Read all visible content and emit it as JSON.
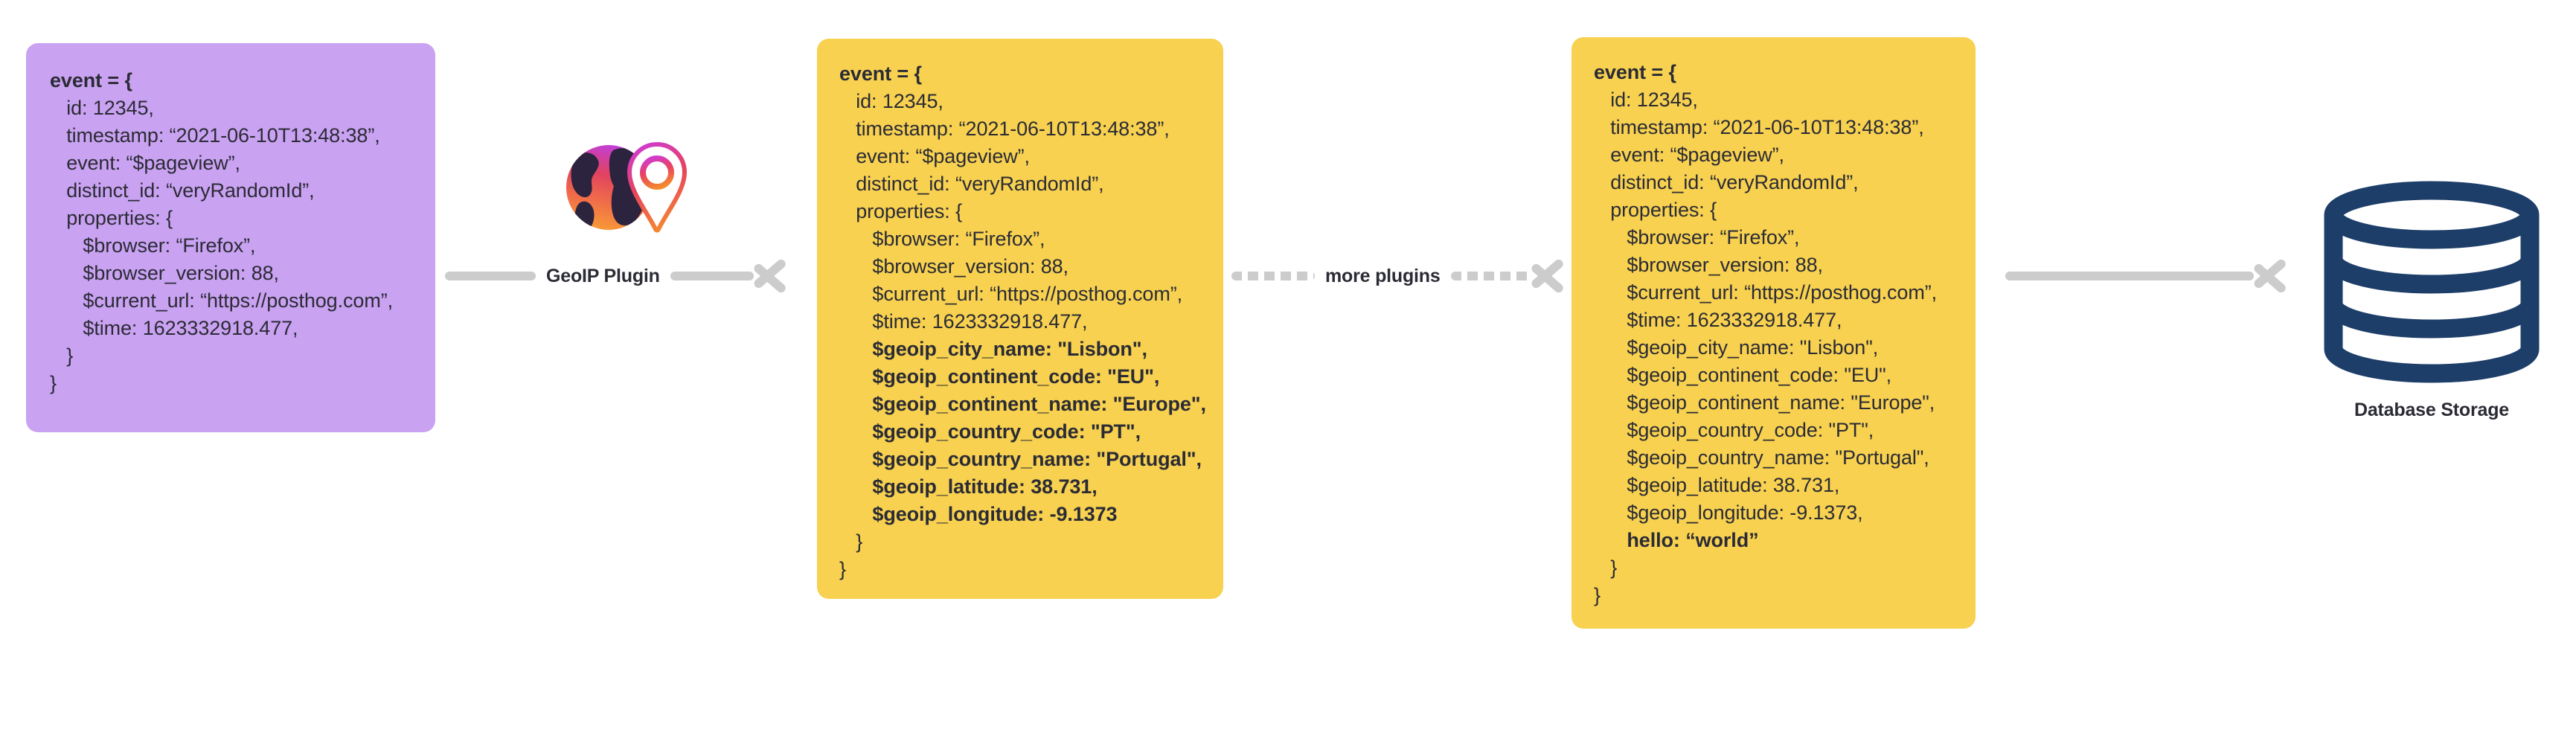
{
  "diagram": {
    "title": "PostHog event pipeline with GeoIP plugin",
    "colors": {
      "source_card": "#c9a2f2",
      "plugin_card": "#f7d14f",
      "connector": "#cccccc",
      "text": "#2b2b35",
      "database": "#1d3e69",
      "icon_gradient_start": "#c03fd8",
      "icon_gradient_mid": "#e8445f",
      "icon_gradient_end": "#f7953a"
    }
  },
  "cards": {
    "source": {
      "name": "raw-event",
      "lines": [
        {
          "text": "event = {",
          "bold": true
        },
        {
          "text": "   id: 12345,",
          "bold": false
        },
        {
          "text": "   timestamp: “2021-06-10T13:48:38”,",
          "bold": false
        },
        {
          "text": "   event: “$pageview”,",
          "bold": false
        },
        {
          "text": "   distinct_id: “veryRandomId”,",
          "bold": false
        },
        {
          "text": "   properties: {",
          "bold": false
        },
        {
          "text": "      $browser: “Firefox”,",
          "bold": false
        },
        {
          "text": "      $browser_version: 88,",
          "bold": false
        },
        {
          "text": "      $current_url: “https://posthog.com”,",
          "bold": false
        },
        {
          "text": "      $time: 1623332918.477,",
          "bold": false
        },
        {
          "text": "   }",
          "bold": false
        },
        {
          "text": "}",
          "bold": false
        }
      ]
    },
    "geoip": {
      "name": "event-after-geoip",
      "lines": [
        {
          "text": "event = {",
          "bold": true
        },
        {
          "text": "   id: 12345,",
          "bold": false
        },
        {
          "text": "   timestamp: “2021-06-10T13:48:38”,",
          "bold": false
        },
        {
          "text": "   event: “$pageview”,",
          "bold": false
        },
        {
          "text": "   distinct_id: “veryRandomId”,",
          "bold": false
        },
        {
          "text": "   properties: {",
          "bold": false
        },
        {
          "text": "      $browser: “Firefox”,",
          "bold": false
        },
        {
          "text": "      $browser_version: 88,",
          "bold": false
        },
        {
          "text": "      $current_url: “https://posthog.com”,",
          "bold": false
        },
        {
          "text": "      $time: 1623332918.477,",
          "bold": false
        },
        {
          "text": "      $geoip_city_name: \"Lisbon\",",
          "bold": true
        },
        {
          "text": "      $geoip_continent_code: \"EU\",",
          "bold": true
        },
        {
          "text": "      $geoip_continent_name: \"Europe\",",
          "bold": true
        },
        {
          "text": "      $geoip_country_code: \"PT\",",
          "bold": true
        },
        {
          "text": "      $geoip_country_name: \"Portugal\",",
          "bold": true
        },
        {
          "text": "      $geoip_latitude: 38.731,",
          "bold": true
        },
        {
          "text": "      $geoip_longitude: -9.1373",
          "bold": true
        },
        {
          "text": "   }",
          "bold": false
        },
        {
          "text": "}",
          "bold": false
        }
      ]
    },
    "more": {
      "name": "event-after-more-plugins",
      "lines": [
        {
          "text": "event = {",
          "bold": true
        },
        {
          "text": "   id: 12345,",
          "bold": false
        },
        {
          "text": "   timestamp: “2021-06-10T13:48:38”,",
          "bold": false
        },
        {
          "text": "   event: “$pageview”,",
          "bold": false
        },
        {
          "text": "   distinct_id: “veryRandomId”,",
          "bold": false
        },
        {
          "text": "   properties: {",
          "bold": false
        },
        {
          "text": "      $browser: “Firefox”,",
          "bold": false
        },
        {
          "text": "      $browser_version: 88,",
          "bold": false
        },
        {
          "text": "      $current_url: “https://posthog.com”,",
          "bold": false
        },
        {
          "text": "      $time: 1623332918.477,",
          "bold": false
        },
        {
          "text": "      $geoip_city_name: \"Lisbon\",",
          "bold": false
        },
        {
          "text": "      $geoip_continent_code: \"EU\",",
          "bold": false
        },
        {
          "text": "      $geoip_continent_name: \"Europe\",",
          "bold": false
        },
        {
          "text": "      $geoip_country_code: \"PT\",",
          "bold": false
        },
        {
          "text": "      $geoip_country_name: \"Portugal\",",
          "bold": false
        },
        {
          "text": "      $geoip_latitude: 38.731,",
          "bold": false
        },
        {
          "text": "      $geoip_longitude: -9.1373,",
          "bold": false
        },
        {
          "text": "      hello: “world”",
          "bold": true
        },
        {
          "text": "   }",
          "bold": false
        },
        {
          "text": "}",
          "bold": false
        }
      ]
    }
  },
  "stages": {
    "geoip": {
      "label": "GeoIP Plugin",
      "icon": "globe-pin-icon",
      "arrow_style": "solid"
    },
    "more": {
      "label": "more plugins",
      "arrow_style": "dashed"
    },
    "database": {
      "label": "Database Storage",
      "icon": "database-cylinder-icon",
      "arrow_style": "solid"
    }
  }
}
